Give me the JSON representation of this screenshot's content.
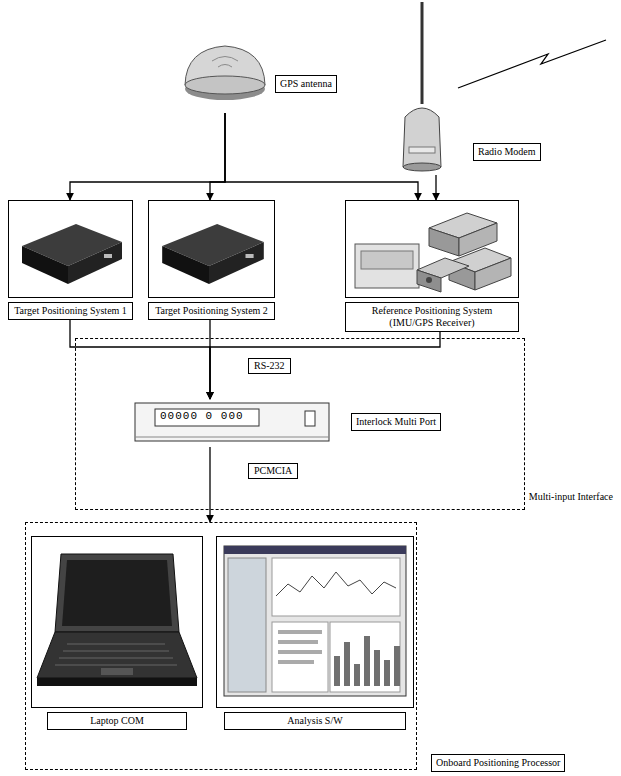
{
  "diagram": {
    "nodes": [
      {
        "text": [
          "GPS antenna"
        ]
      },
      {
        "text": [
          "Radio Modem"
        ]
      },
      {
        "text": [
          "Target Positioning System 1"
        ]
      },
      {
        "text": [
          "Target Positioning System 2"
        ]
      },
      {
        "text": [
          "Reference Positioning System (IMU/GPS Receiver)"
        ]
      },
      {
        "text": [
          "Multi-input Interface"
        ]
      },
      {
        "text": [
          "Interlock Multi Port"
        ],
        "in": 5
      },
      {
        "text": [
          "Onboard Positioning Processor"
        ]
      },
      {
        "text": [
          "Laptop COM"
        ],
        "in": 7
      },
      {
        "text": [
          "Analysis S/W"
        ],
        "in": 7
      }
    ],
    "edges": [
      {
        "from": 0,
        "to": 2,
        "arrow": "to"
      },
      {
        "from": 0,
        "to": 3,
        "arrow": "to"
      },
      {
        "from": 0,
        "to": 4,
        "arrow": "to"
      },
      {
        "from": 1,
        "to": 4,
        "arrow": "to"
      },
      {
        "from": 2,
        "to": 6,
        "arrow": "to"
      },
      {
        "from": 3,
        "to": 6,
        "label": "RS-232",
        "arrow": "to"
      },
      {
        "from": 4,
        "to": 6,
        "arrow": "to"
      },
      {
        "from": 6,
        "to": 7,
        "label": "PCMCIA",
        "arrow": "to"
      }
    ],
    "labels": [
      "00000 0 000"
    ]
  }
}
